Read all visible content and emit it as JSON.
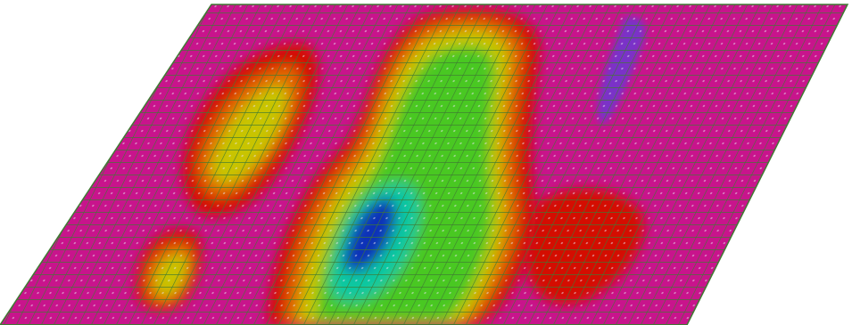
{
  "view": {
    "type": "finite-element contour plot",
    "background_color": "#ffffff"
  },
  "mesh": {
    "shape": "skewed parallelogram plate",
    "line_color": "#3f7a33",
    "node_marker_color": "#e8e4f0"
  },
  "colors": {
    "base": "#c8148c",
    "red": "#d40a00",
    "orange": "#e06a00",
    "yellow": "#c8c400",
    "green": "#48c820",
    "cyan": "#10c8a0",
    "blue": "#1030b8",
    "violet": "#7a30c8"
  },
  "contour_regions": [
    {
      "name": "central-hot-region",
      "levels": [
        "red",
        "orange",
        "yellow",
        "green",
        "cyan",
        "blue"
      ]
    },
    {
      "name": "left-upper-island",
      "levels": [
        "red",
        "orange",
        "yellow"
      ]
    },
    {
      "name": "left-lower-island",
      "levels": [
        "red",
        "orange",
        "yellow"
      ]
    },
    {
      "name": "right-band",
      "levels": [
        "red"
      ]
    },
    {
      "name": "violet-streak",
      "levels": [
        "violet"
      ]
    }
  ]
}
